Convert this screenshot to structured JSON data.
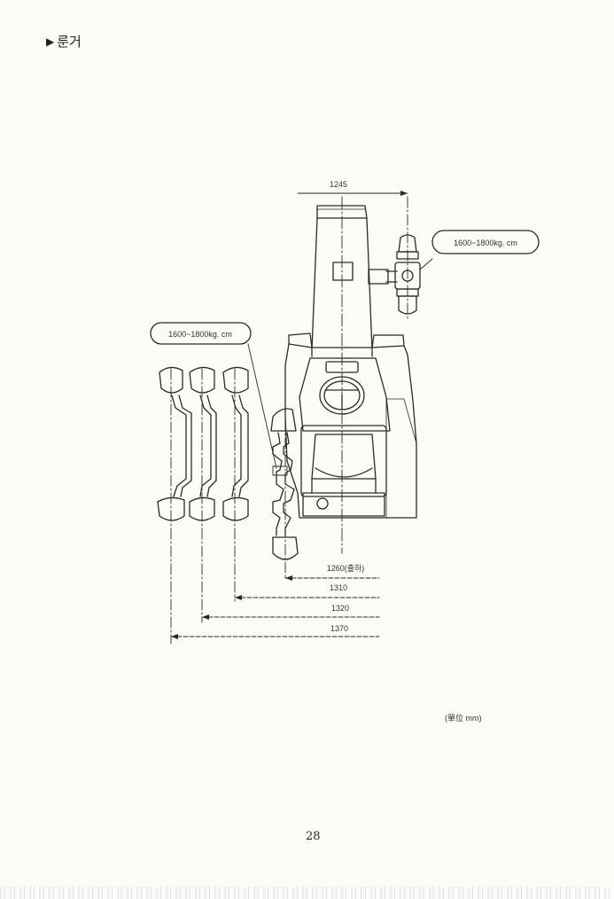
{
  "section": {
    "marker": "▶",
    "title": "룬거"
  },
  "callouts": {
    "wheel_torque_top": "1600~1800kg. cm",
    "wheel_torque_left": "1600~1800kg. cm"
  },
  "dimensions": {
    "width_top": "1245",
    "d_1260": "1260(출하)",
    "d_1310": "1310",
    "d_1320": "1320",
    "d_1370": "1370"
  },
  "unit_note": "(單位 mm)",
  "page_number": "28"
}
